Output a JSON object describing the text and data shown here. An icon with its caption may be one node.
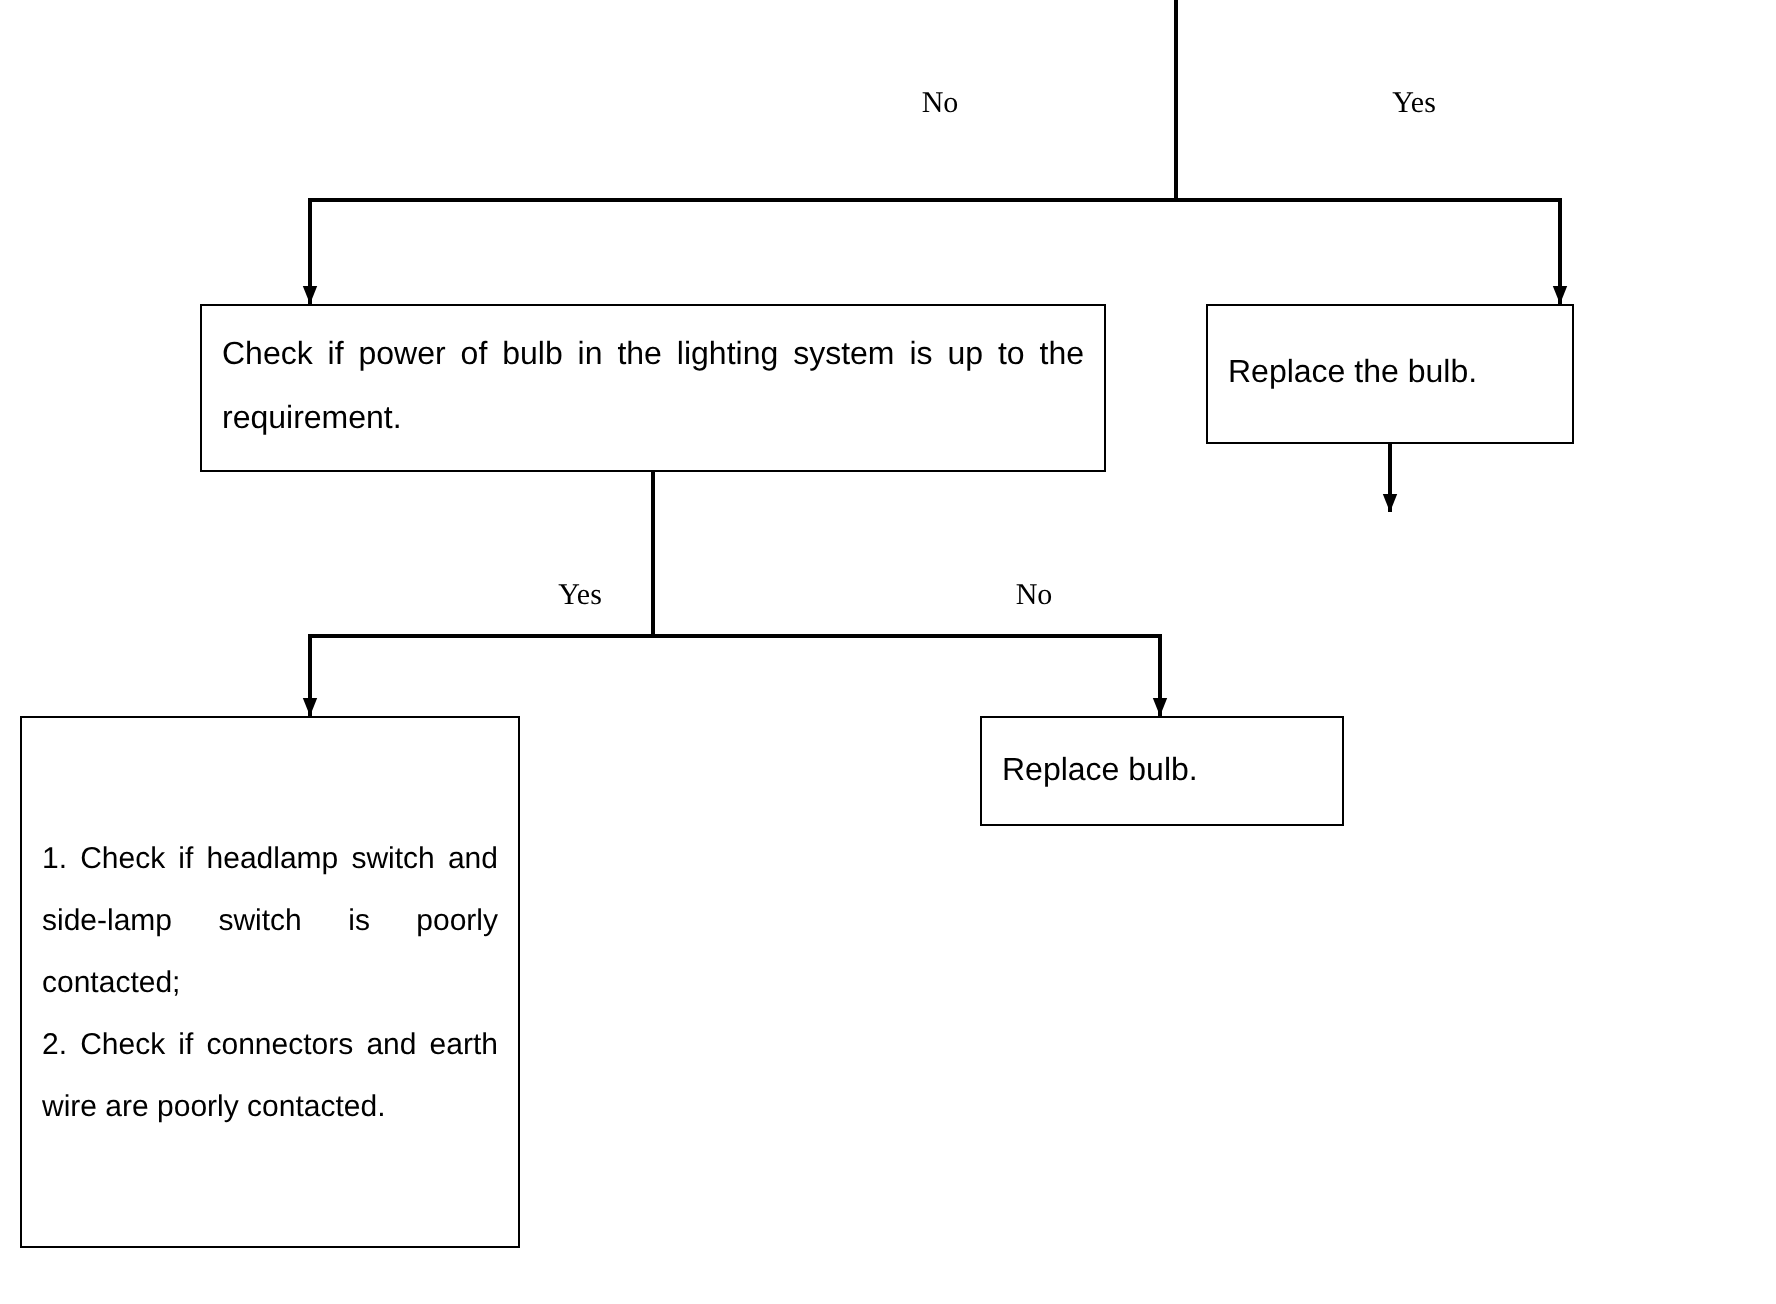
{
  "diagram": {
    "nodes": [
      {
        "text": [
          "Check if power of bulb in the lighting system is up to the requirement."
        ]
      },
      {
        "text": [
          "Replace the bulb."
        ]
      },
      {
        "text": [
          "1. Check if headlamp switch and side-lamp switch is poorly contacted;",
          "2. Check if connectors and earth wire are poorly contacted."
        ]
      },
      {
        "text": [
          "Replace bulb."
        ]
      }
    ],
    "edges": [
      {
        "from": null,
        "to": 0,
        "arrow": "to",
        "label": "No"
      },
      {
        "from": null,
        "to": 1,
        "arrow": "to",
        "label": "Yes"
      },
      {
        "from": 1,
        "to": null,
        "arrow": "to"
      },
      {
        "from": 0,
        "to": 2,
        "arrow": "to",
        "label": "Yes"
      },
      {
        "from": 0,
        "to": 3,
        "arrow": "to",
        "label": "No"
      }
    ]
  }
}
